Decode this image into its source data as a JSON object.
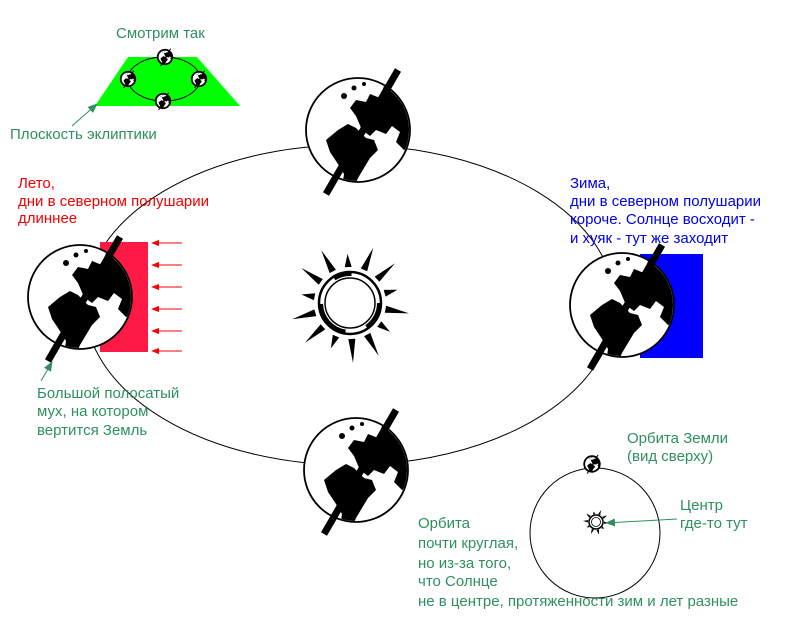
{
  "top_view": {
    "label": "Смотрим так"
  },
  "ecliptic": {
    "label": "Плоскость эклиптики"
  },
  "summer": {
    "lines": [
      "Лето,",
      "дни в северном полушарии",
      "длиннее"
    ]
  },
  "winter": {
    "lines": [
      "Зима,",
      "дни в северном полушарии",
      "короче. Солнце восходит -",
      "и хуяк - тут же заходит"
    ]
  },
  "axis_note": {
    "lines": [
      "Большой полосатый",
      "мух, на котором",
      "вертится Земль"
    ]
  },
  "orbit_top_view": {
    "lines": [
      "Орбита Земли",
      "(вид сверху)"
    ]
  },
  "center_note": {
    "lines": [
      "Центр",
      "где-то тут"
    ]
  },
  "orbit_note": {
    "lines": [
      "Орбита",
      "почти круглая,",
      "но из-за того,",
      "что Солнце",
      "не в центре, протяженности зим и лет разные"
    ]
  },
  "colors": {
    "note_text": "#2f8f5f",
    "summer_text": "#f00000",
    "winter_text": "#0000e6",
    "summer_light": "#ff1a45",
    "winter_shadow": "#0000ff",
    "ecliptic_plane": "#00ff00",
    "sunlight_arrows": "#ff0000"
  },
  "icons": {
    "earth": "earth-globe-icon",
    "sun": "sun-icon",
    "pointer": "arrow-icon"
  }
}
